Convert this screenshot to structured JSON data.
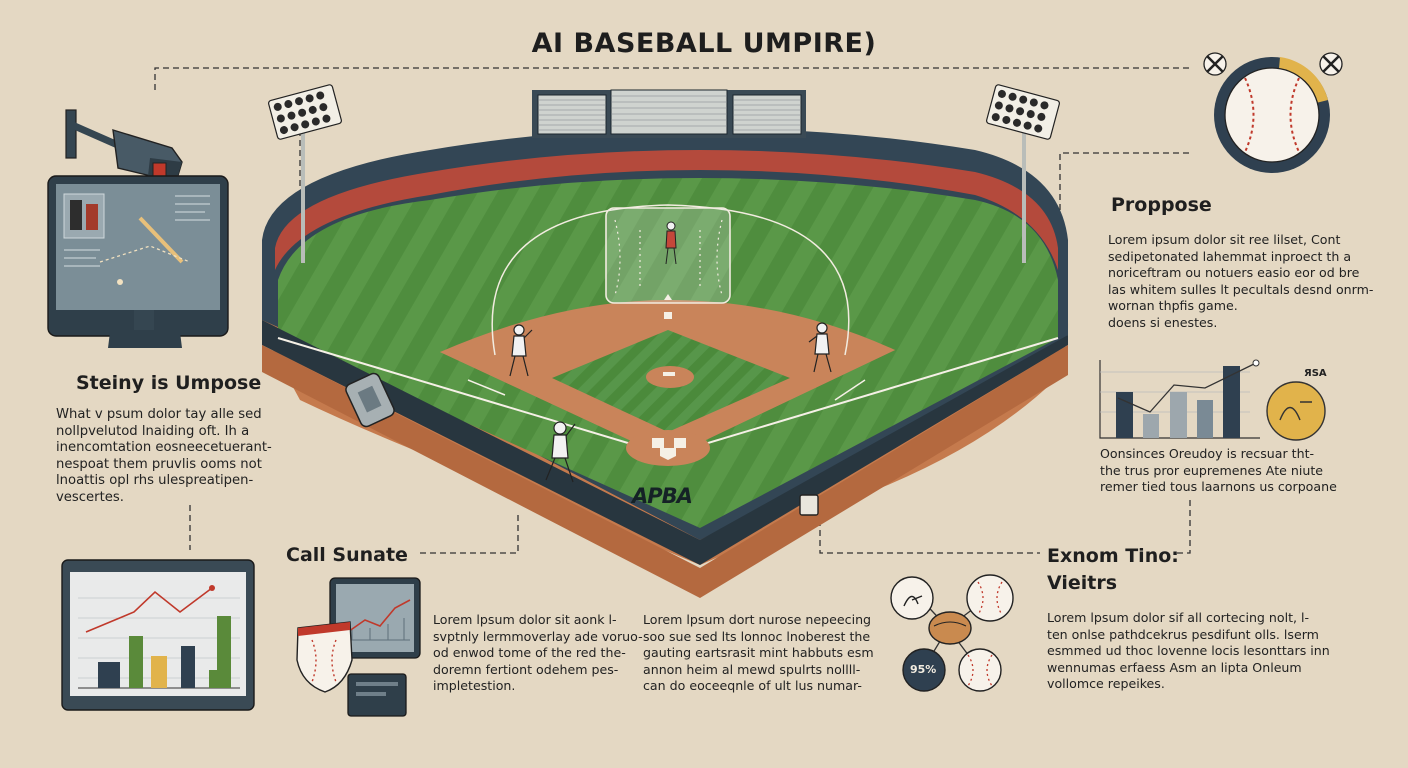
{
  "title": "AI BASEBALL UMPIRE)",
  "field": {
    "logo": "APBA"
  },
  "left_top": {
    "heading": "Steiny is Umpose",
    "lines": [
      "What v psum dolor tay alle sed",
      "nollpvelutod lnaiding oft. Ih a",
      "inencomtation eosneecetuerant-",
      "nespoat them pruvlis ooms not",
      "lnoattis opl rhs ulespreatipen-",
      "vescertes."
    ]
  },
  "right_top": {
    "heading": "Proppose",
    "lines": [
      "Lorem ipsum dolor sit ree lilset, Cont",
      "sedipetonated lahemmat inproect th a",
      "noriceftram ou notuers easio eor od bre",
      "las whitem sulles lt pecultals desnd onrm-",
      "wornan thpfis game.",
      "doens si enestes."
    ]
  },
  "right_mid": {
    "lines": [
      "Oonsinces Oreudoy is recsuar tht-",
      "the trus pror eupremenes Ate niute",
      "remer tied tous laarnons us corpoane"
    ],
    "badge": "ЯSA"
  },
  "center": {
    "heading": "Call Sunate",
    "text_a": [
      "Lorem lpsum dolor sit aonk l-",
      "svptnly lermmoverlay ade voruo-",
      "od enwod tome of the red the-",
      "doremn fertiont odehem pes-",
      "impletestion."
    ],
    "text_b": [
      "Lorem lpsum dort nurose nepeecing",
      "soo sue sed lts lonnoc lnoberest the",
      "gauting eartsrasit mint habbuts esm",
      "annon heim al mewd spulrts nollll-",
      "can do eoceeqnle of ult lus numar-"
    ]
  },
  "right_bottom": {
    "heading_line1": "Exnom Tino:",
    "heading_line2": "Vieitrs",
    "lines": [
      "Lorem lpsum dolor sif all cortecing nolt, l-",
      "ten onlse pathdcekrus pesdifunt olls. lserm",
      "esmmed ud thoc lovenne locis lesonttars inn",
      "wennumas erfaess Asm  an  lipta  Onleum",
      "vollomce repeikes."
    ],
    "percent": "95%"
  },
  "colors": {
    "background": "#e4d8c3",
    "grass": "#4c8a3c",
    "dirt": "#c07b52",
    "wall": "#334655",
    "accent_red": "#c0392b",
    "chart_green": "#5a8a3a",
    "chart_gold": "#e1b34b",
    "chart_navy": "#2f4050"
  },
  "icons": [
    "security-camera-icon",
    "monitor-icon",
    "baseball-icon",
    "crossed-bats-icon",
    "catcher-mitt-icon",
    "chart-icon",
    "shield-icon",
    "printer-icon",
    "stadium-light-icon"
  ]
}
